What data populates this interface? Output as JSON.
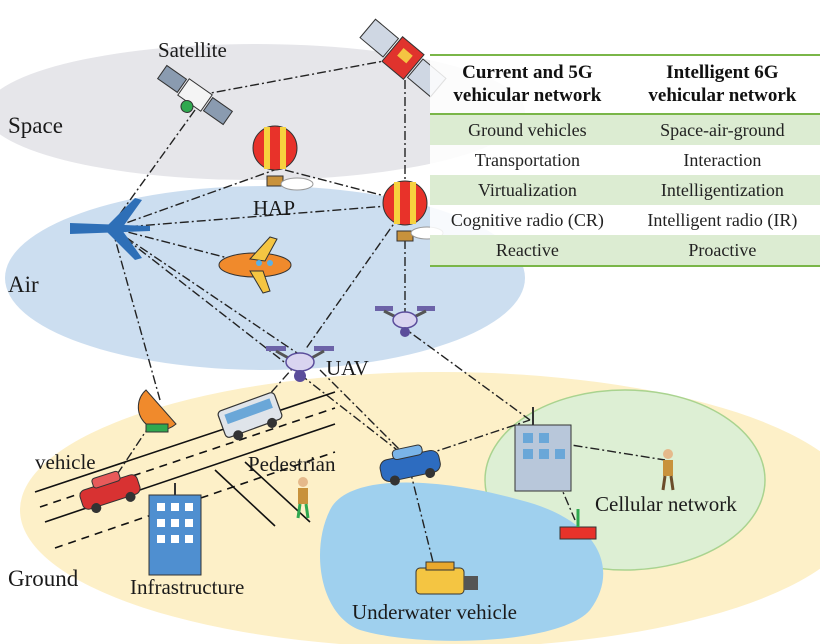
{
  "zones": {
    "space": "Space",
    "air": "Air",
    "ground": "Ground"
  },
  "nodes": {
    "satellite": "Satellite",
    "hap": "HAP",
    "uav": "UAV",
    "vehicle": "vehicle",
    "pedestrian": "Pedestrian",
    "infrastructure": "Infrastructure",
    "cellular": "Cellular network",
    "underwater": "Underwater vehicle"
  },
  "table": {
    "headers": [
      "Current and 5G vehicular network",
      "Intelligent 6G vehicular network"
    ],
    "rows": [
      [
        "Ground vehicles",
        "Space-air-ground"
      ],
      [
        "Transportation",
        "Interaction"
      ],
      [
        "Virtualization",
        "Intelligentization"
      ],
      [
        "Cognitive radio (CR)",
        "Intelligent radio (IR)"
      ],
      [
        "Reactive",
        "Proactive"
      ]
    ]
  },
  "colors": {
    "space_zone": "#e6e6ea",
    "air_zone": "#c9dcef",
    "ground_zone": "#fdf0c8",
    "water": "#9fd0ee",
    "cellular_zone": "#ddefd4",
    "table_accent": "#7ab648",
    "table_shade": "#dcecd2"
  },
  "icons": [
    "satellite-icon",
    "balloon-icon",
    "airplane-icon",
    "drone-icon",
    "radar-dish-icon",
    "bus-icon",
    "car-icon",
    "pedestrian-icon",
    "building-icon",
    "submarine-icon",
    "base-station-icon"
  ]
}
